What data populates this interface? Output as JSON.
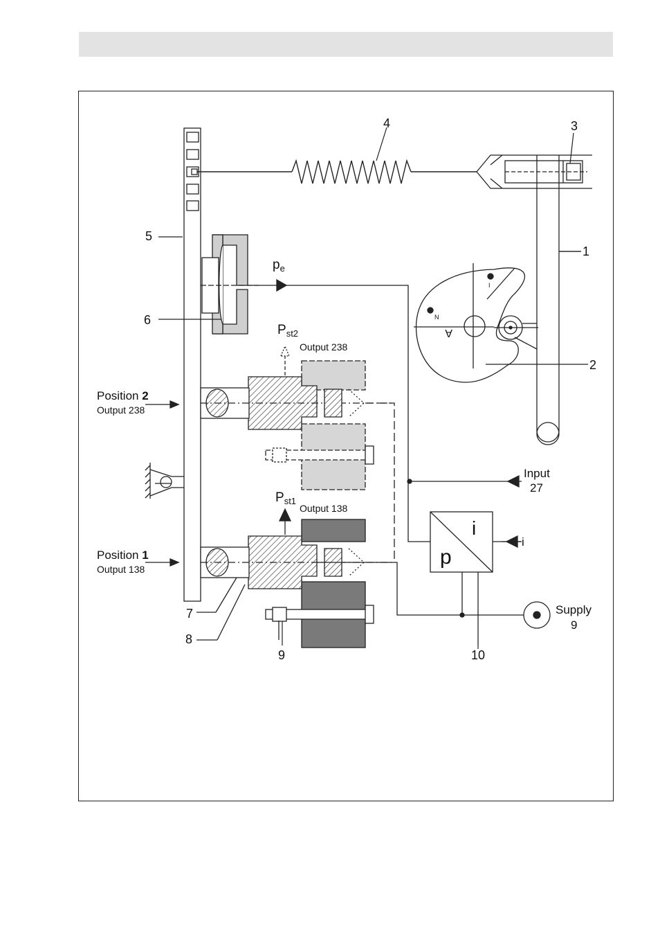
{
  "labels": {
    "n1": "1",
    "n2": "2",
    "n3": "3",
    "n4": "4",
    "n5": "5",
    "n6": "6",
    "n7": "7",
    "n8": "8",
    "n9_screw": "9",
    "n10": "10",
    "pe_main": "p",
    "pe_sub": "e",
    "pst2_main": "P",
    "pst2_sub": "st2",
    "pst2_output": "Output 238",
    "pst1_main": "P",
    "pst1_sub": "st1",
    "pst1_output": "Output 138",
    "pos2_title": "Position ",
    "pos2_num": "2",
    "pos2_output": "Output 238",
    "pos1_title": "Position ",
    "pos1_num": "1",
    "pos1_output": "Output 138",
    "input_label": "Input",
    "input_num": "27",
    "i_signal": "i",
    "supply_label": "Supply",
    "supply_num": "9",
    "converter_p": "p",
    "converter_i": "i",
    "cam_mark_1": "I",
    "cam_mark_n": "N",
    "cam_mark_a": "A"
  },
  "colors": {
    "line": "#222222",
    "light_block": "#d6d6d6",
    "dark_block": "#7a7a7a",
    "header_bar": "#e3e3e3"
  }
}
